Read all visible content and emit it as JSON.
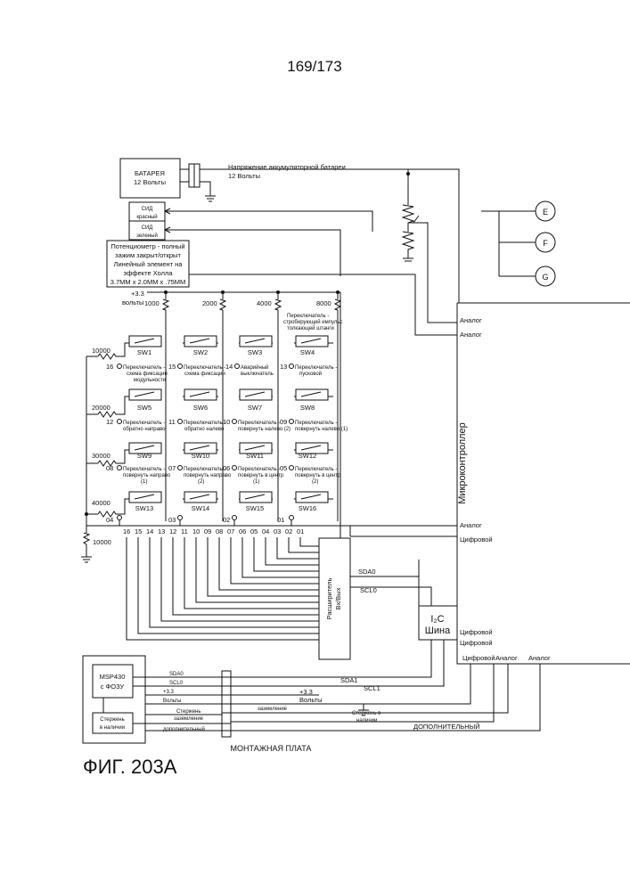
{
  "page_number": "169/173",
  "figure_label": "ФИГ. 203А",
  "battery": {
    "line1": "БАТАРЕЯ",
    "line2": "12 Вольты"
  },
  "battery_voltage": {
    "line1": "Напряжение аккумуляторной батареи",
    "line2": "12 Вольты"
  },
  "led_red": {
    "line1": "СИД",
    "line2": "красный"
  },
  "led_green": {
    "line1": "СИД",
    "line2": "зеленый"
  },
  "potentiometer": {
    "lines": [
      "Потенциометр - полный",
      "зажим закрыт/открыт",
      "Линейный элемент на",
      "эффекте Холла",
      "3.7MM x 2.0MM x .75MM"
    ]
  },
  "supply": {
    "line1": "+3.3",
    "line2": "вольты"
  },
  "pullups": [
    "1000",
    "2000",
    "4000",
    "8000"
  ],
  "row_resistors": [
    "10000",
    "20000",
    "30000",
    "40000"
  ],
  "ground_resistor": "10000",
  "strobe_switch": {
    "lines": [
      "Переключатель -",
      "стробирующий импульс",
      "толкающей штанги"
    ]
  },
  "switches": [
    {
      "sw": "SW1",
      "num": "16",
      "lines": [
        "Переключатель -",
        "схема фиксации",
        "модульности"
      ]
    },
    {
      "sw": "SW2",
      "num": "15",
      "lines": [
        "Переключатель -",
        "схема фиксации"
      ]
    },
    {
      "sw": "SW3",
      "num": "14",
      "lines": [
        "Аварийный",
        "выключатель"
      ]
    },
    {
      "sw": "SW4",
      "num": "13",
      "lines": [
        "Переключатель -",
        "пусковой"
      ]
    },
    {
      "sw": "SW5",
      "num": "12",
      "lines": [
        "Переключатель -",
        "обратно направо"
      ]
    },
    {
      "sw": "SW6",
      "num": "11",
      "lines": [
        "Переключатель -",
        "обратно налево"
      ]
    },
    {
      "sw": "SW7",
      "num": "10",
      "lines": [
        "Переключатель -",
        "повернуть налево (2)"
      ]
    },
    {
      "sw": "SW8",
      "num": "09",
      "lines": [
        "Переключатель -",
        "повернуть налево (1)"
      ]
    },
    {
      "sw": "SW9",
      "num": "08",
      "lines": [
        "Переключатель -",
        "повернуть направо",
        "(1)"
      ]
    },
    {
      "sw": "SW10",
      "num": "07",
      "lines": [
        "Переключатель -",
        "повернуть направо",
        "(2)"
      ]
    },
    {
      "sw": "SW11",
      "num": "06",
      "lines": [
        "Переключатель -",
        "повернуть в центр",
        "(1)"
      ]
    },
    {
      "sw": "SW12",
      "num": "05",
      "lines": [
        "Переключатель -",
        "повернуть в центр",
        "(2)"
      ]
    },
    {
      "sw": "SW13",
      "num": "04",
      "lines": []
    },
    {
      "sw": "SW14",
      "num": "03",
      "lines": []
    },
    {
      "sw": "SW15",
      "num": "02",
      "lines": []
    },
    {
      "sw": "SW16",
      "num": "01",
      "lines": []
    }
  ],
  "bus_pins": [
    "16",
    "15",
    "14",
    "13",
    "12",
    "11",
    "10",
    "09",
    "08",
    "07",
    "06",
    "05",
    "04",
    "03",
    "02",
    "01"
  ],
  "mcu_label": "Микроконтроллер",
  "mcu_pins": {
    "analog1": "Аналог",
    "analog2": "Аналог",
    "analog3": "Аналог",
    "digital1": "Цифровой",
    "digital2": "Цифровой",
    "digital3": "Цифровой",
    "bottom_digital": "Цифровой",
    "bottom_analog1": "Аналог",
    "bottom_analog2": "Аналог"
  },
  "connectors": [
    "E",
    "F",
    "G"
  ],
  "expander": {
    "line1": "Расширитель",
    "line2": "Вх/Вых"
  },
  "sda0": "SDA0",
  "scl0": "SCL0",
  "i2c": {
    "line1": "I₂C",
    "line2": "Шина"
  },
  "msp": {
    "line1": "MSP430",
    "line2": "с ФОЗУ"
  },
  "rod_box": {
    "line1": "Стержень",
    "line2": "в наличии"
  },
  "board_left": {
    "sda": "SDA0",
    "scl": "SCL0",
    "v33": "+3.3",
    "volts": "Вольты",
    "rod1": "Стержень",
    "rod2": "заземление",
    "extra": "дополнительный"
  },
  "board_right": {
    "sda1": "SDA1",
    "scl1": "SCL1",
    "v33": "+3.3",
    "volts": "Вольты",
    "ground": "заземление",
    "rod1": "Стержень в",
    "rod2": "наличии",
    "extra": "ДОПОЛНИТЕЛЬНЫЙ"
  },
  "board_label": "МОНТАЖНАЯ ПЛАТА"
}
